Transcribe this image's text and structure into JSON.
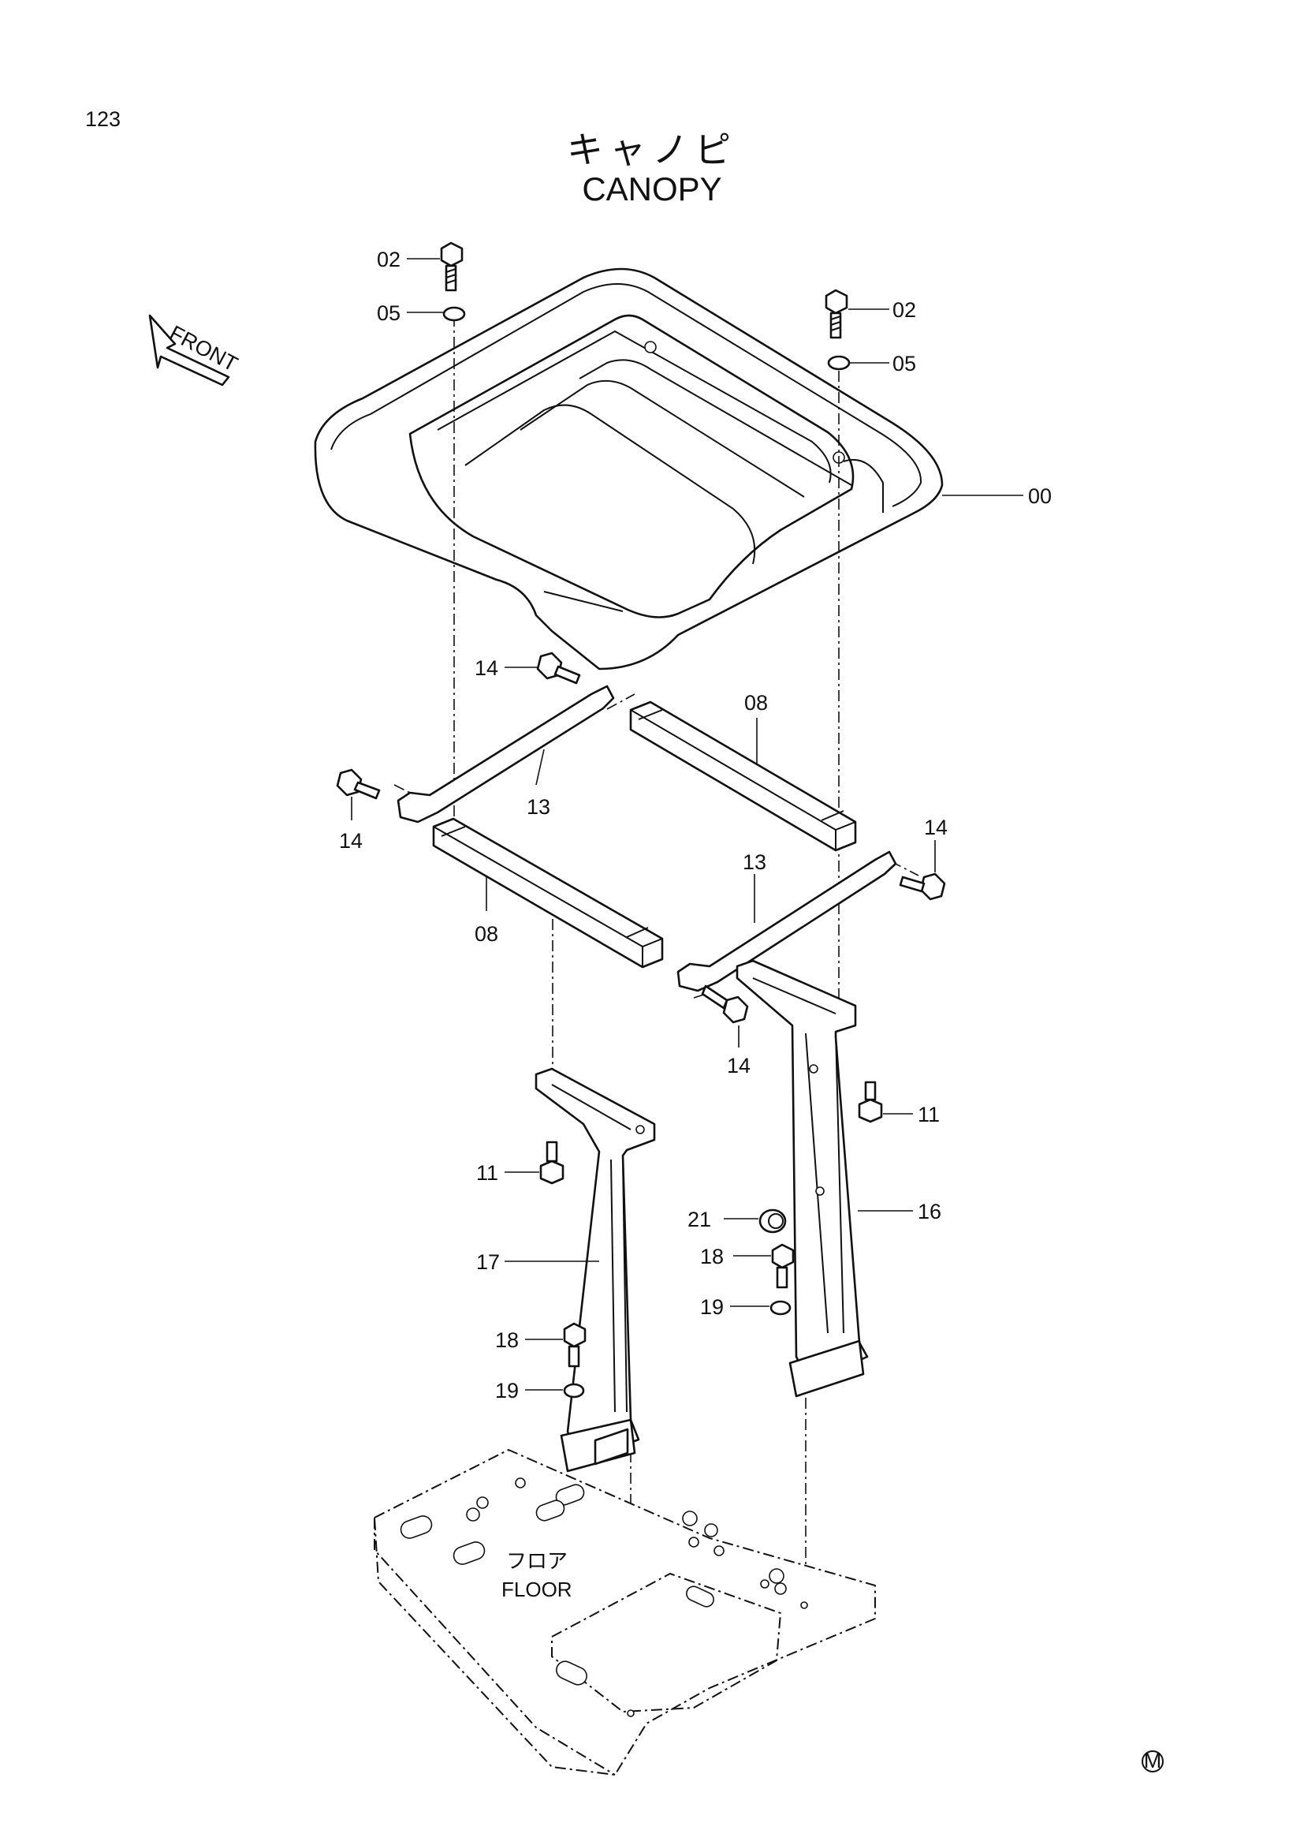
{
  "page_number": "123",
  "title_jp": "キャノピ",
  "title_en": "CANOPY",
  "front_label": "FRONT",
  "floor_label_jp": "フロア",
  "floor_label_en": "FLOOR",
  "mark": "M",
  "callouts": {
    "c00": "00",
    "c02a": "02",
    "c02b": "02",
    "c05a": "05",
    "c05b": "05",
    "c08a": "08",
    "c08b": "08",
    "c11a": "11",
    "c11b": "11",
    "c13a": "13",
    "c13b": "13",
    "c14a": "14",
    "c14b": "14",
    "c14c": "14",
    "c14d": "14",
    "c16": "16",
    "c17": "17",
    "c18a": "18",
    "c18b": "18",
    "c19a": "19",
    "c19b": "19",
    "c21": "21"
  }
}
